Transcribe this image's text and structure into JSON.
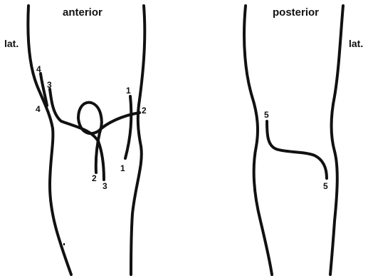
{
  "anterior_view": {
    "title": "anterior",
    "lateral_label": "lat.",
    "markers": {
      "m1_top": "1",
      "m1_bottom": "1",
      "m2_right": "2",
      "m2_bottom": "2",
      "m3_top": "3",
      "m3_bottom": "3",
      "m4_top": "4",
      "m4_bottom": "4"
    }
  },
  "posterior_view": {
    "title": "posterior",
    "lateral_label": "lat.",
    "markers": {
      "m5_top": "5",
      "m5_bottom": "5"
    }
  }
}
